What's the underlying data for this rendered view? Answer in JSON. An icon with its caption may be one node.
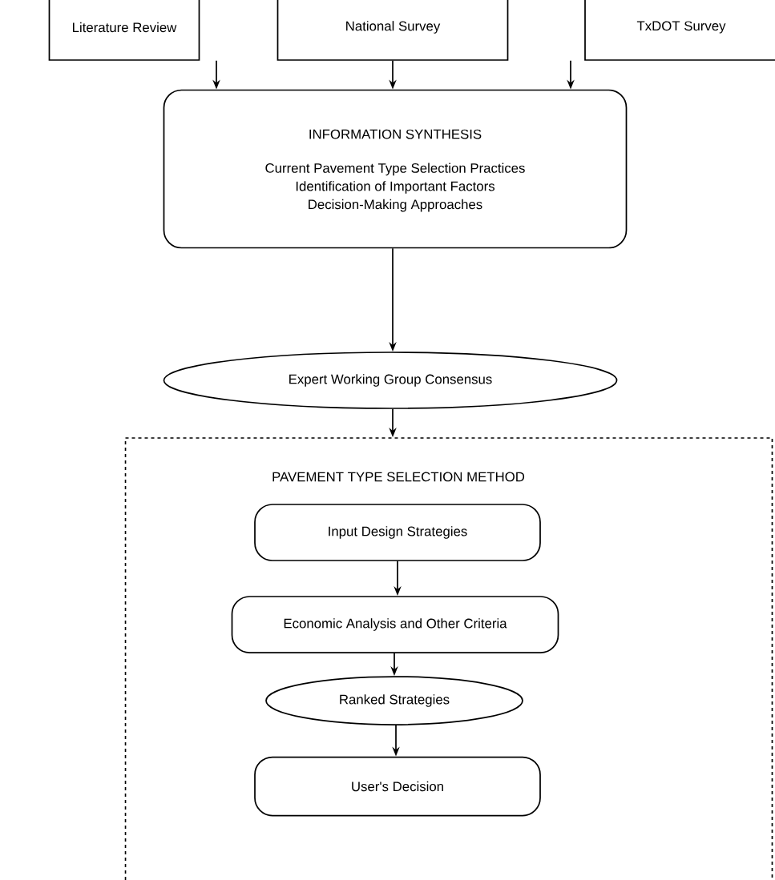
{
  "diagram": {
    "nodes": [
      {
        "text": [
          "Literature Review"
        ]
      },
      {
        "text": [
          "National Survey"
        ]
      },
      {
        "text": [
          "TxDOT Survey"
        ]
      },
      {
        "text": [
          "INFORMATION SYNTHESIS",
          "Current Pavement Type Selection Practices Identification of Important Factors Decision-Making Approaches"
        ]
      },
      {
        "text": [
          "Expert Working Group Consensus"
        ]
      },
      {
        "text": [
          "PAVEMENT TYPE SELECTION METHOD"
        ]
      },
      {
        "text": [
          "Input Design Strategies"
        ],
        "in": 5
      },
      {
        "text": [
          "Economic Analysis and Other Criteria"
        ],
        "in": 5
      },
      {
        "text": [
          "Ranked Strategies"
        ],
        "in": 5
      },
      {
        "text": [
          "User's Decision"
        ],
        "in": 5
      }
    ],
    "edges": [
      {
        "from": 0,
        "to": 3,
        "arrow": "to"
      },
      {
        "from": 1,
        "to": 3,
        "arrow": "to"
      },
      {
        "from": 2,
        "to": 3,
        "arrow": "to"
      },
      {
        "from": 3,
        "to": 4,
        "arrow": "to"
      },
      {
        "from": 4,
        "to": 5,
        "arrow": "to"
      },
      {
        "from": 6,
        "to": 7,
        "arrow": "to"
      },
      {
        "from": 7,
        "to": 8,
        "arrow": "to"
      },
      {
        "from": 8,
        "to": 9,
        "arrow": "to"
      }
    ]
  }
}
